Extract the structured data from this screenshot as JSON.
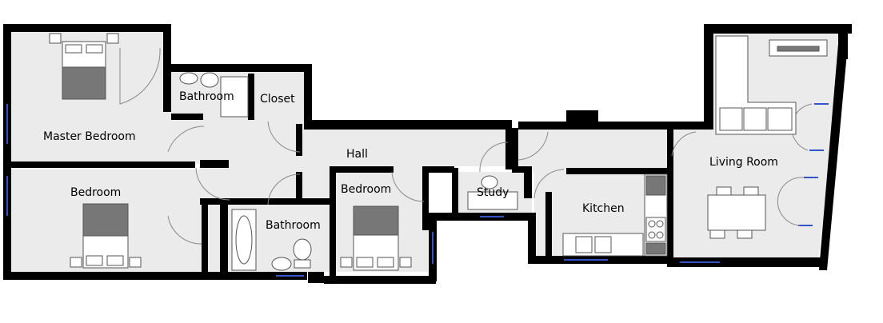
{
  "rooms": {
    "master_bedroom": "Master Bedroom",
    "bathroom_ensuite": "Bathroom",
    "closet": "Closet",
    "hall": "Hall",
    "bedroom_left": "Bedroom",
    "bathroom_main": "Bathroom",
    "bedroom_middle": "Bedroom",
    "study": "Study",
    "kitchen": "Kitchen",
    "living_room": "Living Room"
  },
  "colors": {
    "floor": "#ebebeb",
    "wall": "#000000",
    "window": "#3355cc",
    "fixture": "#777777"
  }
}
